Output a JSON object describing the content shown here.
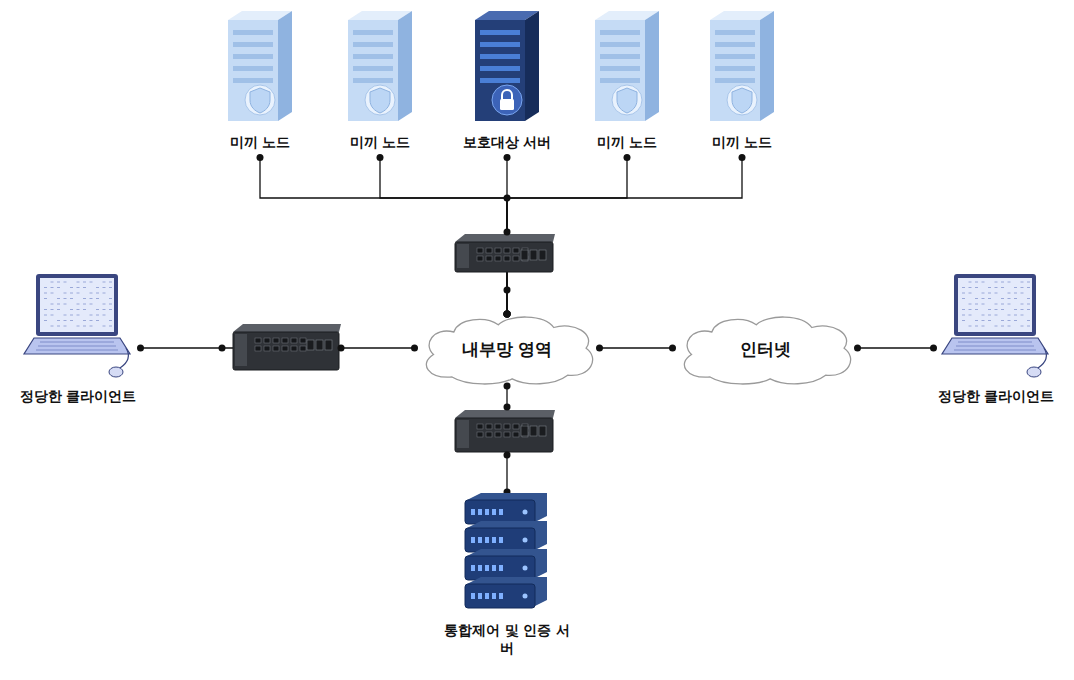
{
  "diagram": {
    "nodes": [
      {
        "text": [
          "미끼 노드"
        ]
      },
      {
        "text": [
          "미끼 노드"
        ]
      },
      {
        "text": [
          "보호대상 서버"
        ]
      },
      {
        "text": [
          "미끼 노드"
        ]
      },
      {
        "text": [
          "미끼 노드"
        ]
      },
      {
        "text": [
          "정당한 클라이언트"
        ]
      },
      {
        "text": [
          "내부망 영역"
        ]
      },
      {
        "text": [
          "인터넷"
        ]
      },
      {
        "text": [
          "정당한 클라이언트"
        ]
      },
      {
        "text": [
          "통합제어 및 인증 서버"
        ]
      }
    ],
    "edges": [
      {
        "from": 0,
        "to": 6,
        "arrow": "none"
      },
      {
        "from": 1,
        "to": 6,
        "arrow": "none"
      },
      {
        "from": 2,
        "to": 6,
        "arrow": "none"
      },
      {
        "from": 3,
        "to": 6,
        "arrow": "none"
      },
      {
        "from": 4,
        "to": 6,
        "arrow": "none"
      },
      {
        "from": 5,
        "to": 6,
        "arrow": "none"
      },
      {
        "from": 6,
        "to": 7,
        "arrow": "none"
      },
      {
        "from": 7,
        "to": 8,
        "arrow": "none"
      },
      {
        "from": 9,
        "to": 6,
        "arrow": "none"
      }
    ]
  }
}
